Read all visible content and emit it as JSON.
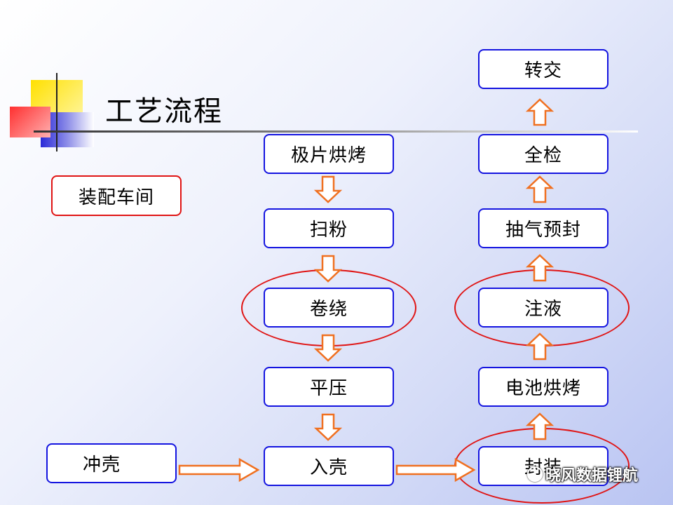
{
  "title": "工艺流程",
  "workshop_label": "装配车间",
  "left_column": [
    "极片烘烤",
    "扫粉",
    "卷绕",
    "平压",
    "入壳"
  ],
  "right_column": [
    "转交",
    "全检",
    "抽气预封",
    "注液",
    "电池烘烤",
    "封装"
  ],
  "side_input": "冲壳",
  "watermark": "晓风数据锂航",
  "colors": {
    "box_border": "#1414e0",
    "highlight_border": "#e01414",
    "arrow": "#f07020"
  }
}
